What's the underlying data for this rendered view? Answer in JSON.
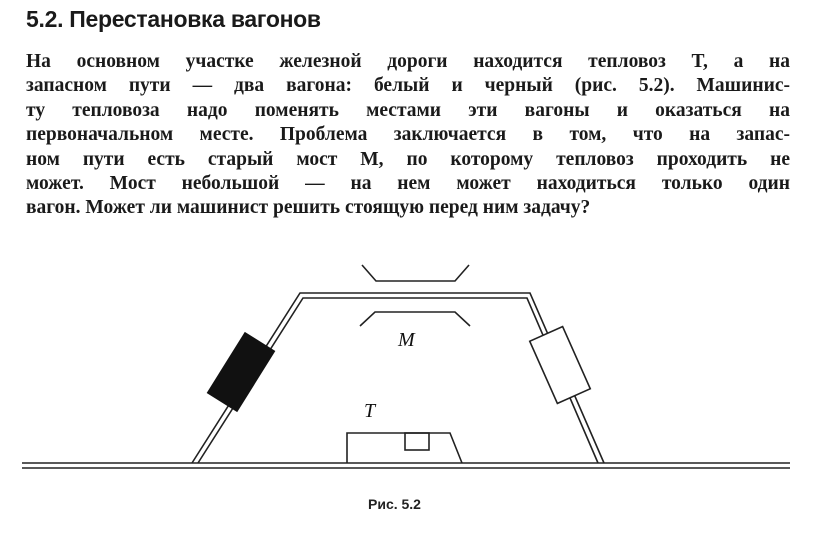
{
  "title": "5.2. Перестановка вагонов",
  "paragraph_lines": [
    "На основном участке железной дороги находится тепловоз T, а на",
    "запасном пути — два вагона: белый и черный (рис. 5.2). Машинис-",
    "ту тепловоза надо поменять местами эти вагоны и оказаться на",
    "первоначальном месте. Проблема заключается в том, что на запас-",
    "ном пути есть старый мост M, по которому тепловоз проходить не",
    "может. Мост небольшой — на нем может находиться только один",
    "вагон. Может ли машинист решить стоящую перед ним задачу?"
  ],
  "figure": {
    "label_bridge": "M",
    "label_locomotive": "T",
    "caption": "Рис. 5.2"
  }
}
